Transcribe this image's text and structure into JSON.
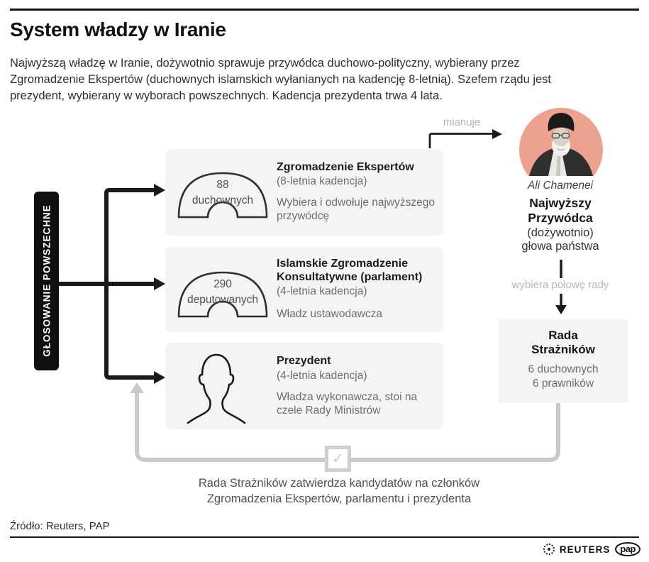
{
  "header": {
    "title": "System władzy w Iranie",
    "intro_lines": [
      "Najwyższą władzę w Iranie, dożywotnio sprawuje przywódca duchowo-polityczny, wybierany przez",
      "Zgromadzenie Ekspertów (duchownych islamskich wyłanianych na kadencję 8-letnią). Szefem rządu jest",
      "prezydent, wybierany w wyborach powszechnych. Kadencja prezydenta trwa 4 lata."
    ]
  },
  "vote_label": "GŁOSOWANIE POWSZECHNE",
  "boxes": [
    {
      "title": "Zgromadzenie Ekspertów",
      "term": "(8-letnia kadencja)",
      "desc": "Wybiera i odwołuje najwyższego przywódcę",
      "icon": "parliament-arch-icon",
      "icon_value": "88",
      "icon_label": "duchownych"
    },
    {
      "title": "Islamskie Zgromadzenie Konsultatywne (parlament)",
      "term": "(4-letnia kadencja)",
      "desc": "Władz ustawodawcza",
      "icon": "parliament-arch-icon",
      "icon_value": "290",
      "icon_label": "deputowanych"
    },
    {
      "title": "Prezydent",
      "term": "(4-letnia kadencja)",
      "desc": "Władza wykonawcza, stoi na czele Rady Ministrów",
      "icon": "head-silhouette-icon"
    }
  ],
  "leader": {
    "appoints_label": "mianuje",
    "name": "Ali Chamenei",
    "title_line1": "Najwyższy",
    "title_line2": "Przywódca",
    "tenure": "(dożywotnio)",
    "role": "głowa państwa",
    "selects_label": "wybiera połowę rady"
  },
  "council": {
    "title_line1": "Rada",
    "title_line2": "Strażników",
    "member_line1": "6 duchownych",
    "member_line2": "6 prawników"
  },
  "checkmark": "✓",
  "footer_note": [
    "Rada Strażników zatwierdza kandydatów na członków",
    "Zgromadzenia Ekspertów, parlamentu i prezydenta"
  ],
  "source": "Źródło: Reuters, PAP",
  "logos": {
    "reuters": "REUTERS",
    "pap": "pap"
  },
  "colors": {
    "accent_salmon": "#EDA18F",
    "panel_bg": "#F4F4F2",
    "line_black": "#1A1A1A",
    "line_gray": "#C9C9C9",
    "text_secondary": "#6E6E6E",
    "label_light_gray": "#B5B5B5"
  }
}
